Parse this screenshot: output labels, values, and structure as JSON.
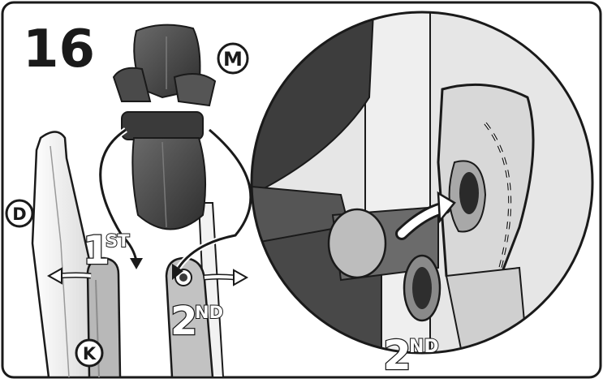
{
  "step": {
    "number": "16"
  },
  "part_labels": {
    "m": "M",
    "d": "D",
    "k": "K"
  },
  "order_labels": {
    "first": {
      "digit": "1",
      "suffix": "ST"
    },
    "second_left": {
      "digit": "2",
      "suffix": "ND"
    },
    "second_detail": {
      "digit": "2",
      "suffix": "ND"
    }
  },
  "colors": {
    "frame": "#1a1a1a",
    "background": "#ffffff",
    "fan_dark": "#3c3c3c",
    "fan_mid": "#5a5a5a",
    "leg_light": "#ebebeb",
    "leg_gray": "#bdbdbd",
    "detail_bg": "#4a4a4a"
  },
  "icons": [
    "curved-arrow-icon",
    "double-arrow-icon",
    "dashed-guide-line-icon"
  ]
}
